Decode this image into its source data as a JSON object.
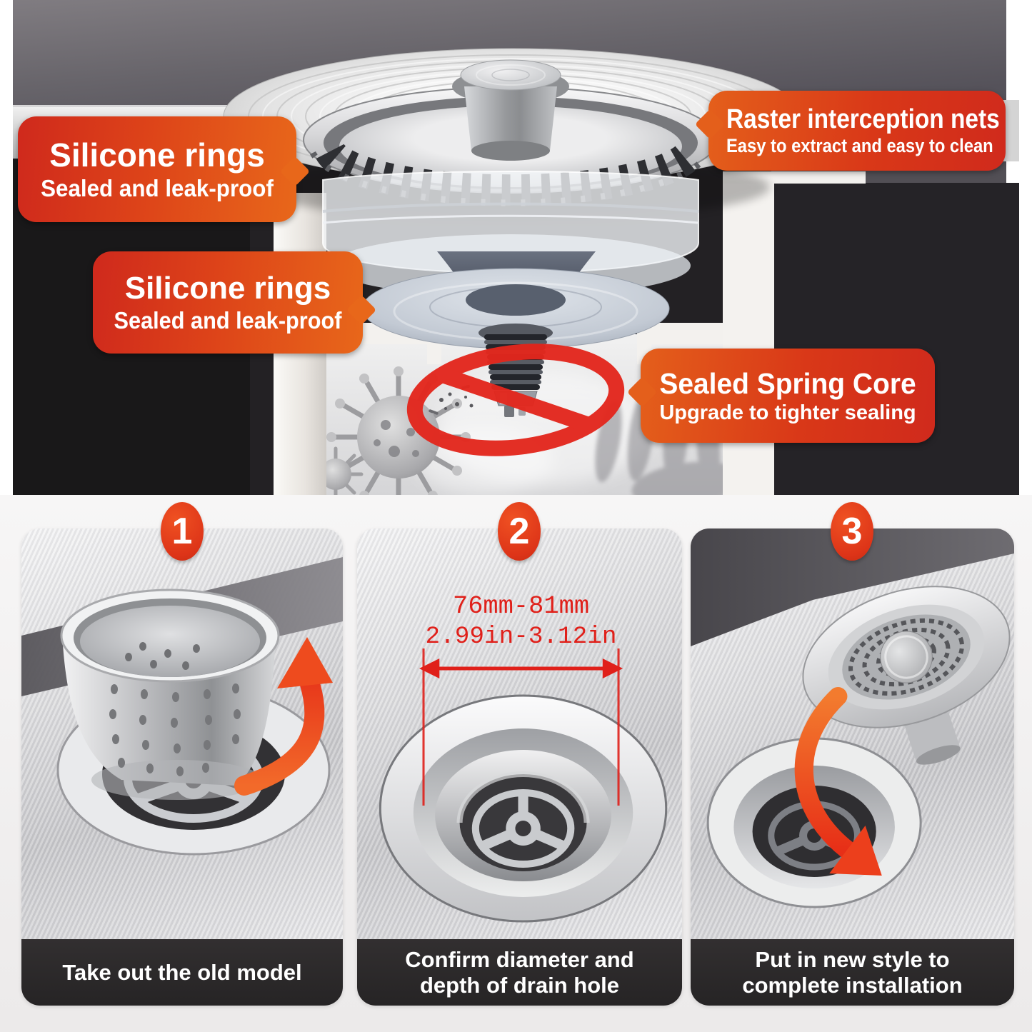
{
  "hero": {
    "callouts": [
      {
        "title": "Silicone rings",
        "subtitle": "Sealed and leak-proof"
      },
      {
        "title": "Raster interception nets",
        "subtitle": "Easy to extract and easy to clean"
      },
      {
        "title": "Silicone rings",
        "subtitle": "Sealed and leak-proof"
      },
      {
        "title": "Sealed Spring Core",
        "subtitle": "Upgrade to tighter sealing"
      }
    ],
    "icons": {
      "prohibition": "no-symbol-icon",
      "germs": "virus-and-bacteria-art",
      "product": "sink-strainer-cross-section"
    }
  },
  "steps": [
    {
      "number": "1",
      "caption": "Take out the old model",
      "icon": "curved-arrow-up"
    },
    {
      "number": "2",
      "caption": "Confirm diameter and depth of drain hole",
      "measure_mm": "76mm-81mm",
      "measure_in": "2.99in-3.12in",
      "icon": "double-headed-measure-arrow"
    },
    {
      "number": "3",
      "caption": "Put in new style to complete installation",
      "icon": "curved-arrow-down"
    }
  ],
  "colors": {
    "callout_red": "#d02a1c",
    "callout_orange": "#e8671a",
    "badge_red": "#e2431d",
    "caption_bar": "#2b2829",
    "measure_red": "#e0201a",
    "arrow_orange": "#ef5a22",
    "prohibition_red": "#e3271d"
  }
}
